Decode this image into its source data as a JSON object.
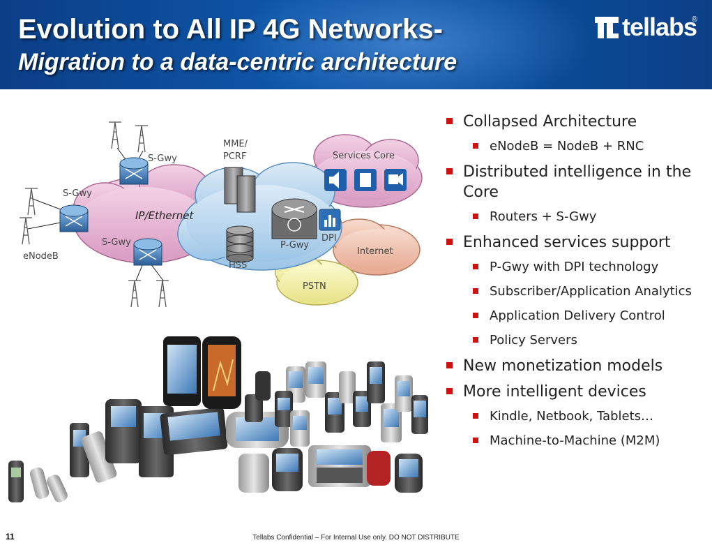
{
  "header": {
    "title_line1": "Evolution to All IP 4G Networks-",
    "title_line2": "Migration to a data-centric architecture",
    "logo_text": "tellabs",
    "logo_mark": "®",
    "bg_color": "#0e4fa0"
  },
  "diagram": {
    "labels": {
      "s_gwy_top": "S-Gwy",
      "s_gwy_left": "S-Gwy",
      "s_gwy_bottom": "S-Gwy",
      "enodeb": "eNodeB",
      "ip_ethernet": "IP/Ethernet",
      "mme_pcrf": "MME/\nPCRF",
      "hss": "HSS",
      "p_gwy": "P-Gwy",
      "dpi": "DPI",
      "services_core": "Services Core",
      "internet": "Internet",
      "pstn": "PSTN"
    },
    "service_icons": [
      "speaker-icon",
      "document-icon",
      "video-icon"
    ]
  },
  "bullets": [
    {
      "level": 1,
      "text": "Collapsed Architecture"
    },
    {
      "level": 2,
      "text": "eNodeB = NodeB + RNC"
    },
    {
      "level": 1,
      "text": "Distributed intelligence in the Core"
    },
    {
      "level": 2,
      "text": "Routers + S-Gwy"
    },
    {
      "level": 1,
      "text": "Enhanced services support"
    },
    {
      "level": 2,
      "text": "P-Gwy with DPI technology"
    },
    {
      "level": 2,
      "text": "Subscriber/Application Analytics"
    },
    {
      "level": 2,
      "text": "Application Delivery Control"
    },
    {
      "level": 2,
      "text": "Policy Servers"
    },
    {
      "level": 1,
      "text": "New monetization models"
    },
    {
      "level": 1,
      "text": "More intelligent devices"
    },
    {
      "level": 2,
      "text": "Kindle, Netbook, Tablets…"
    },
    {
      "level": 2,
      "text": "Machine-to-Machine (M2M)"
    }
  ],
  "footer": {
    "page_number": "11",
    "confidential": "Tellabs Confidential – For Internal Use only. DO NOT DISTRIBUTE"
  },
  "colors": {
    "bullet_red": "#cc1111",
    "cloud_pink": "#e8b7d4",
    "cloud_blue": "#b7d6ef",
    "cloud_peach": "#f2c6b6",
    "cloud_yellow": "#f4f2b4",
    "router_blue": "#3a78b8"
  }
}
